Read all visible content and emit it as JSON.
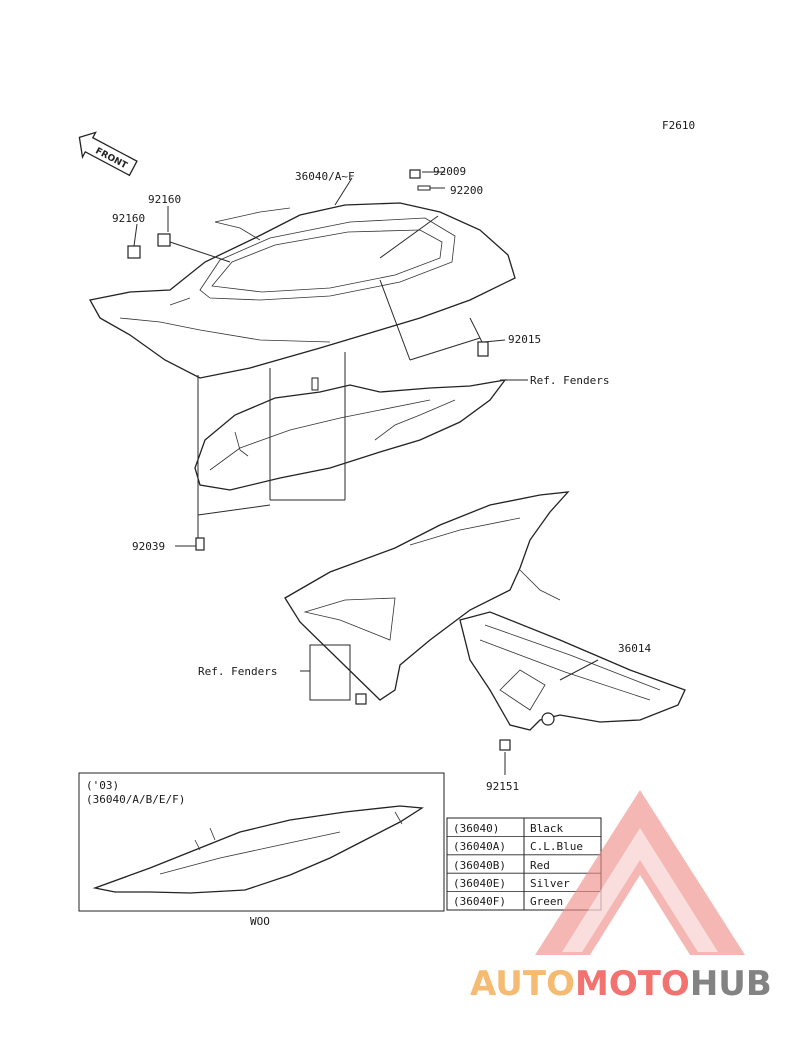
{
  "figure_code": "F2610",
  "front_arrow": "FRONT",
  "callouts": {
    "p36040": "36040/A~F",
    "p92009": "92009",
    "p92200": "92200",
    "p92160a": "92160",
    "p92160b": "92160",
    "p92015": "92015",
    "ref_fenders_1": "Ref. Fenders",
    "p92039": "92039",
    "p36014": "36014",
    "ref_fenders_2": "Ref. Fenders",
    "p92151": "92151"
  },
  "inset": {
    "line1": "('03)",
    "line2": "(36040/A/B/E/F)",
    "caption": "WOO"
  },
  "color_table": [
    {
      "part": "(36040)",
      "color": "Black"
    },
    {
      "part": "(36040A)",
      "color": "C.L.Blue"
    },
    {
      "part": "(36040B)",
      "color": "Red"
    },
    {
      "part": "(36040E)",
      "color": "Silver"
    },
    {
      "part": "(36040F)",
      "color": "Green"
    }
  ],
  "watermark": {
    "text_a": "AUTO",
    "text_b": "MOTO",
    "text_c": "HUB",
    "colors": {
      "auto": "#f5b05a",
      "moto": "#ef5a57",
      "hub": "#6e6e6e",
      "triangle": "#f08f8a"
    }
  }
}
